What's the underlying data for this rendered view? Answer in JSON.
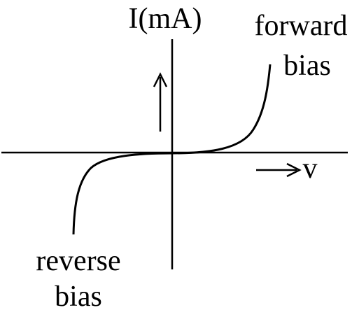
{
  "diagram": {
    "y_axis_label": "I(mA)",
    "x_axis_label": "v",
    "forward_label_line1": "forward",
    "forward_label_line2": "bias",
    "reverse_label_line1": "reverse",
    "reverse_label_line2": "bias",
    "line_color": "#000000",
    "background_color": "#ffffff"
  }
}
